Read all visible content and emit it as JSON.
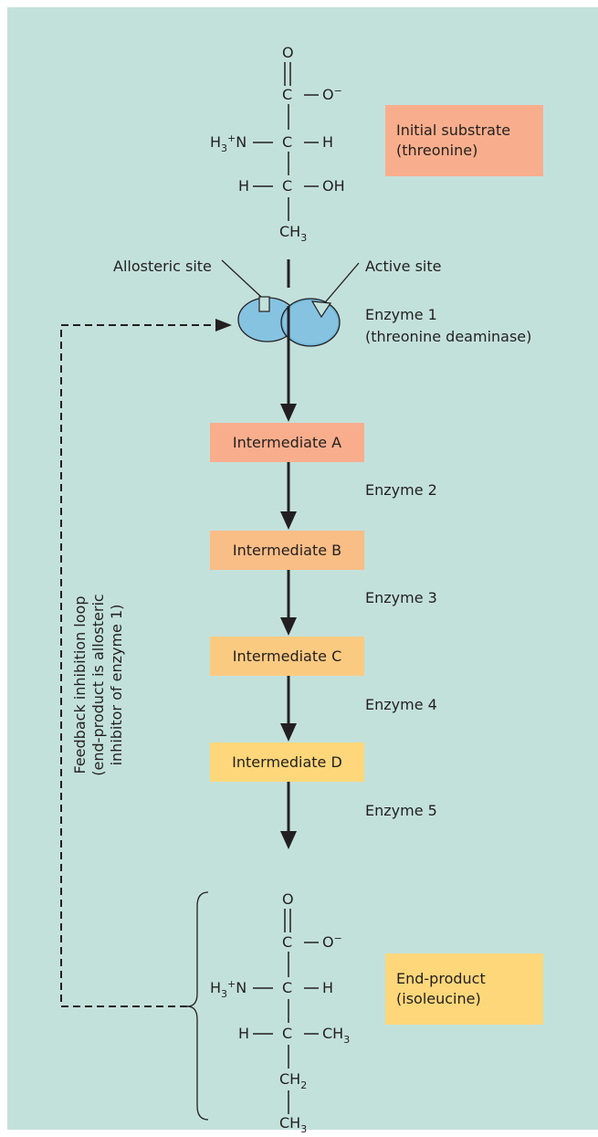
{
  "substrate_molecule": {
    "carbonyl_o": "O",
    "carboxyl_c": "C",
    "carboxyl_o_minus": "O",
    "charge_minus": "−",
    "amino_group_h": "H",
    "amino_sub": "3",
    "amino_sup": "+",
    "amino_n": "N",
    "alpha_c": "C",
    "alpha_h": "H",
    "beta_h": "H",
    "beta_c": "C",
    "hydroxyl": "OH",
    "methyl_ch": "CH",
    "methyl_sub": "3"
  },
  "substrate_label": {
    "line1": "Initial substrate",
    "line2": "(threonine)",
    "color": "#f8ae8c"
  },
  "enzyme1": {
    "allosteric_label": "Allosteric site",
    "active_label": "Active site",
    "name": "Enzyme 1",
    "description": "(threonine deaminase)",
    "color": "#86c3e1"
  },
  "intermediates": [
    {
      "label": "Intermediate A",
      "color": "#f8ae8c"
    },
    {
      "label": "Intermediate B",
      "color": "#f9bd86"
    },
    {
      "label": "Intermediate C",
      "color": "#fbca81"
    },
    {
      "label": "Intermediate D",
      "color": "#fdd77a"
    }
  ],
  "enzymes": [
    "Enzyme 2",
    "Enzyme 3",
    "Enzyme 4",
    "Enzyme 5"
  ],
  "feedback": {
    "line1": "Feedback inhibition loop",
    "line2": "(end-product is allosteric",
    "line3": "inhibitor of enzyme 1)"
  },
  "product_molecule": {
    "carbonyl_o": "O",
    "carboxyl_c": "C",
    "carboxyl_o_minus": "O",
    "charge_minus": "−",
    "amino_group_h": "H",
    "amino_sub": "3",
    "amino_sup": "+",
    "amino_n": "N",
    "alpha_c": "C",
    "alpha_h": "H",
    "beta_h": "H",
    "beta_c": "C",
    "methyl1_ch": "CH",
    "methyl1_sub": "3",
    "ethyl_ch": "CH",
    "ethyl_sub": "2",
    "methyl2_ch": "CH",
    "methyl2_sub": "3"
  },
  "product_label": {
    "line1": "End-product",
    "line2": "(isoleucine)",
    "color": "#fdd77a"
  },
  "colors": {
    "background": "#c3e1db",
    "arrow": "#231f20"
  }
}
